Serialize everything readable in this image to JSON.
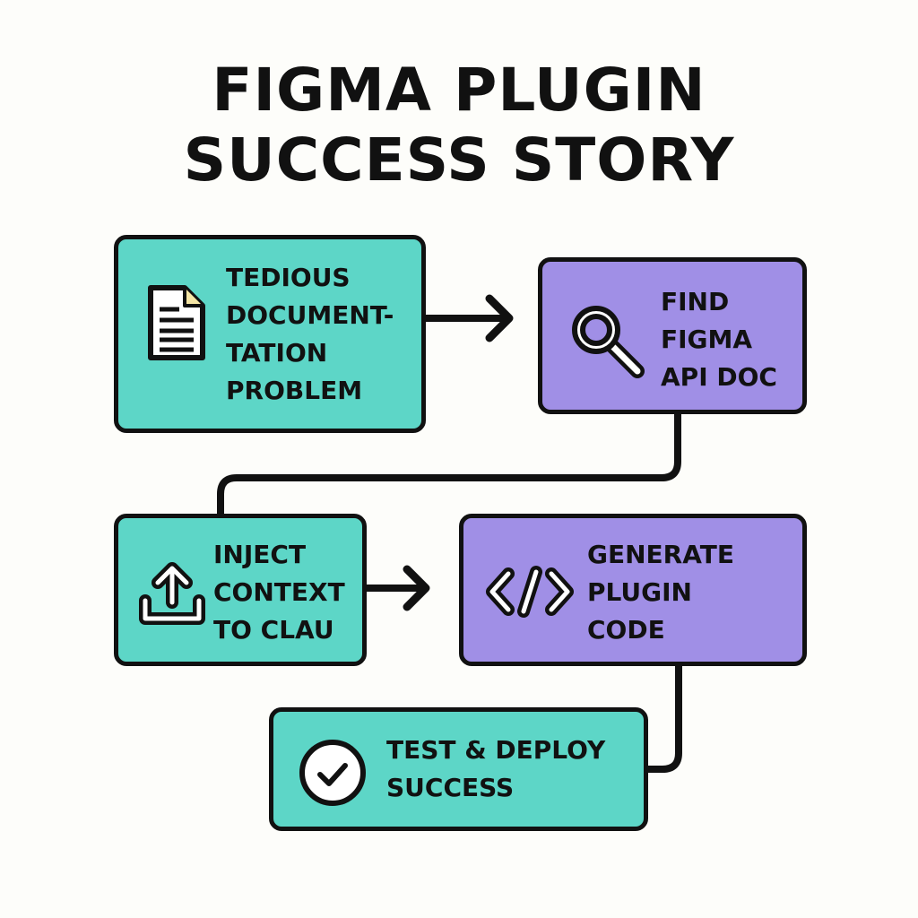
{
  "title": {
    "line1": "FIGMA PLUGIN",
    "line2": "SUCCESS STORY"
  },
  "colors": {
    "teal": "#5dd6c7",
    "purple": "#a08fe6",
    "outline": "#111111",
    "background": "#fdfdfa"
  },
  "steps": [
    {
      "id": "problem",
      "icon": "document-icon",
      "color": "teal",
      "lines": [
        "TEDIOUS",
        "DOCUMENT-",
        "TATION",
        "PROBLEM"
      ]
    },
    {
      "id": "find-docs",
      "icon": "search-icon",
      "color": "purple",
      "lines": [
        "FIND",
        "FIGMA",
        "API DOC"
      ]
    },
    {
      "id": "inject-context",
      "icon": "upload-icon",
      "color": "teal",
      "lines": [
        "INJECT",
        "CONTEXT",
        "TO CLAU"
      ]
    },
    {
      "id": "generate-code",
      "icon": "code-icon",
      "color": "purple",
      "lines": [
        "GENERATE",
        "PLUGIN",
        "CODE"
      ]
    },
    {
      "id": "test-deploy",
      "icon": "check-circle-icon",
      "color": "teal",
      "lines": [
        "TEST & DEPLOY",
        "SUCCESS"
      ]
    }
  ],
  "connections": [
    {
      "from": "problem",
      "to": "find-docs",
      "type": "arrow"
    },
    {
      "from": "find-docs",
      "to": "inject-context",
      "type": "line"
    },
    {
      "from": "inject-context",
      "to": "generate-code",
      "type": "arrow"
    },
    {
      "from": "generate-code",
      "to": "test-deploy",
      "type": "line"
    }
  ]
}
